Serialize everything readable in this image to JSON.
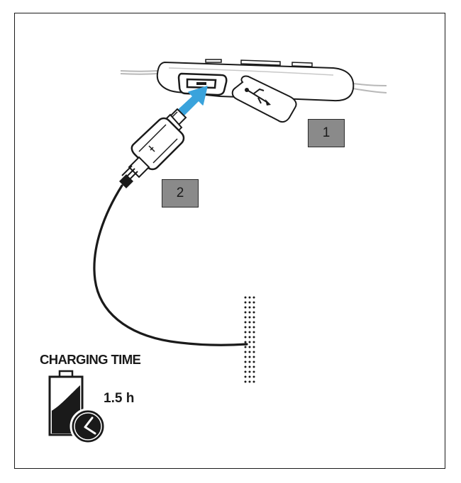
{
  "steps": [
    {
      "number": "1"
    },
    {
      "number": "2"
    }
  ],
  "charging": {
    "title": "CHARGING TIME",
    "duration": "1.5 h"
  },
  "icons": [
    "headset-control-unit-icon",
    "usb-cover-flap-icon",
    "usb-plug-icon",
    "insert-arrow-icon",
    "battery-charging-icon",
    "clock-icon"
  ],
  "colors": {
    "arrow": "#3aa3dc",
    "badge": "#8a8a8a",
    "ink": "#1a1a1a"
  }
}
